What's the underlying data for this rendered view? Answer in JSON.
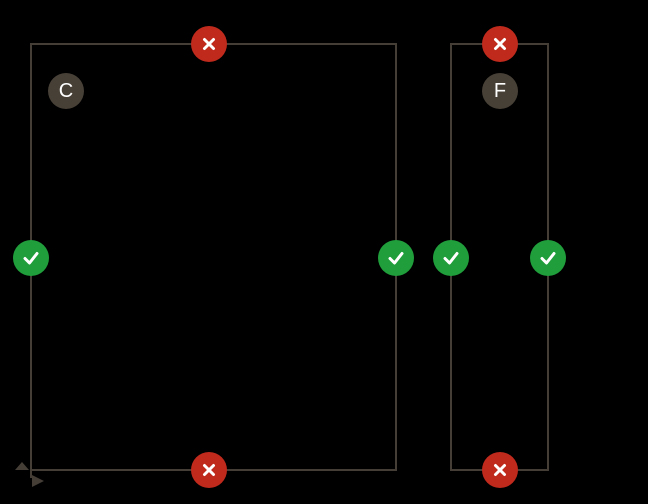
{
  "figure": {
    "background": "#000000",
    "line_color": "#453e37",
    "status_colors": {
      "fail": "#bf2a1d",
      "pass": "#1f9e3b"
    },
    "label_badge_color": "#474037",
    "label_text_color": "#ffffff",
    "boxes": [
      {
        "label": "C",
        "edge_status": {
          "top": "fail",
          "right": "pass",
          "bottom": "fail",
          "left": "pass"
        }
      },
      {
        "label": "F",
        "edge_status": {
          "top": "fail",
          "right": "pass",
          "bottom": "fail",
          "left": "pass"
        }
      }
    ],
    "icons": {
      "fail": "x-icon",
      "pass": "check-icon"
    },
    "origin_marker": {
      "up_arrow": true,
      "right_arrow": true
    }
  }
}
